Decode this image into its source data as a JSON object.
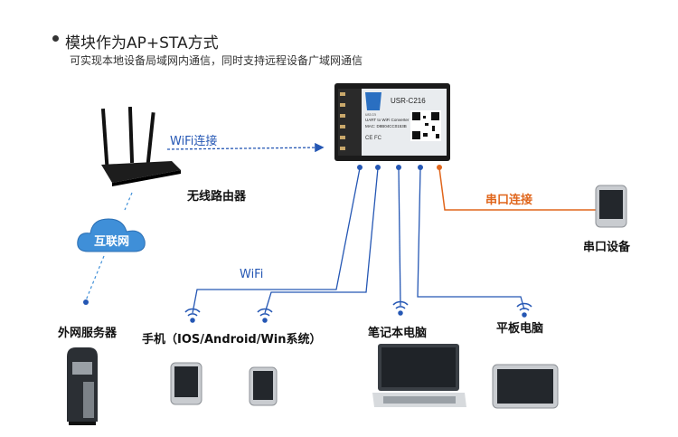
{
  "header": {
    "title": "模块作为AP+STA方式",
    "subtitle": "可实现本地设备局域网内通信，同时支持远程设备广域网通信"
  },
  "module": {
    "model": "USR-C216",
    "line1": "UART to WiFi Converter",
    "line2": "MAC: D8B04CC0153B",
    "brand": "usr.cn"
  },
  "links": {
    "wifi_connect": "WiFi连接",
    "wifi": "WiFi",
    "serial_connect": "串口连接"
  },
  "devices": {
    "router": "无线路由器",
    "internet": "互联网",
    "server": "外网服务器",
    "phone": "手机（IOS/Android/Win系统）",
    "laptop": "笔记本电脑",
    "tablet": "平板电脑",
    "serial_device": "串口设备"
  },
  "colors": {
    "wifi_line": "#2557b4",
    "serial_line": "#e0661c",
    "cloud": "#3f8fd8"
  }
}
